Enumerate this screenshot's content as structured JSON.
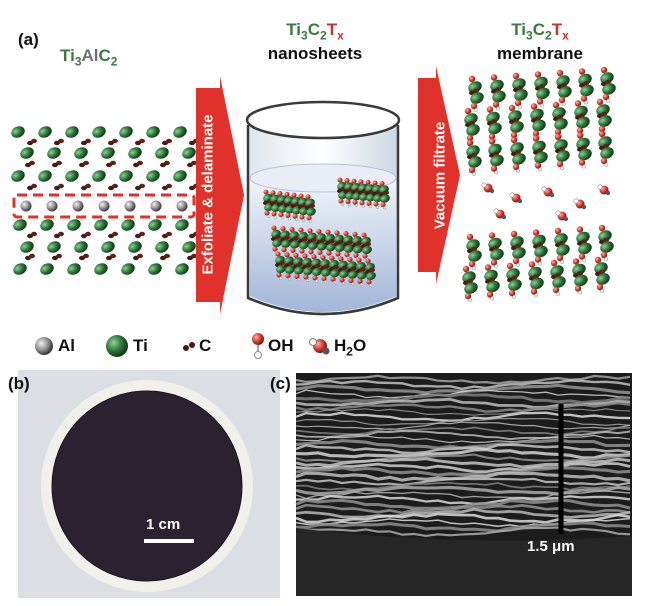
{
  "panels": {
    "a": "(a)",
    "b": "(b)",
    "c": "(c)"
  },
  "headers": {
    "precursor": {
      "p1": "Ti",
      "sub1": "3",
      "p2": "Al",
      "p3": "C",
      "sub2": "2"
    },
    "nanosheets": {
      "p1": "Ti",
      "sub1": "3",
      "p2": "C",
      "sub2": "2",
      "p3": "T",
      "sub3": "x",
      "word": "nanosheets"
    },
    "membrane": {
      "p1": "Ti",
      "sub1": "3",
      "p2": "C",
      "sub2": "2",
      "p3": "T",
      "sub3": "x",
      "word": "membrane"
    }
  },
  "arrows": {
    "exfoliate": "Exfoliate & delaminate",
    "vacuum": "Vacuum filtrate"
  },
  "legend": {
    "al": "Al",
    "ti": "Ti",
    "c": "C",
    "oh": "OH",
    "h2o_main": "H",
    "h2o_sub": "2",
    "h2o_end": "O"
  },
  "scalebars": {
    "photo": "1 cm",
    "sem": "1.5 μm"
  },
  "colors": {
    "ti_green": "#2f7a3c",
    "c_dark": "#4a1a12",
    "al_gray": "#8c8c8c",
    "oh_red": "#d33a2f",
    "arrow_red": "#e0322a",
    "membrane_disc": "#2a2230"
  }
}
